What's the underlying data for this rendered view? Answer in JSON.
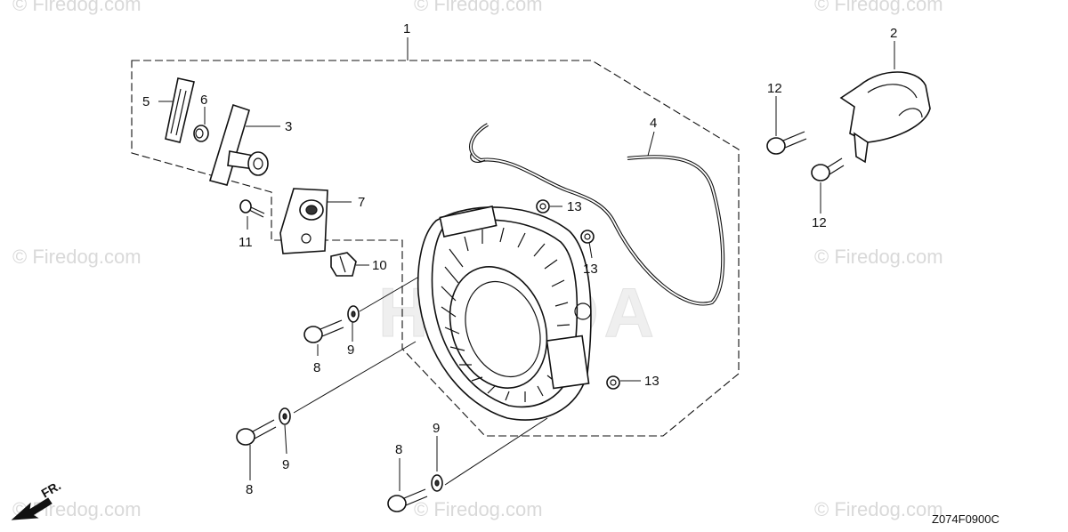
{
  "watermarks": [
    "© Firedog.com"
  ],
  "brand_mark": "HONDA",
  "diagram_code": "Z074F0900C",
  "direction_label": "FR.",
  "callouts": {
    "c1": "1",
    "c2": "2",
    "c3": "3",
    "c4": "4",
    "c5": "5",
    "c6": "6",
    "c7": "7",
    "c8a": "8",
    "c8b": "8",
    "c8c": "8",
    "c9a": "9",
    "c9b": "9",
    "c9c": "9",
    "c10": "10",
    "c11": "11",
    "c12a": "12",
    "c12b": "12",
    "c13a": "13",
    "c13b": "13",
    "c13c": "13"
  }
}
